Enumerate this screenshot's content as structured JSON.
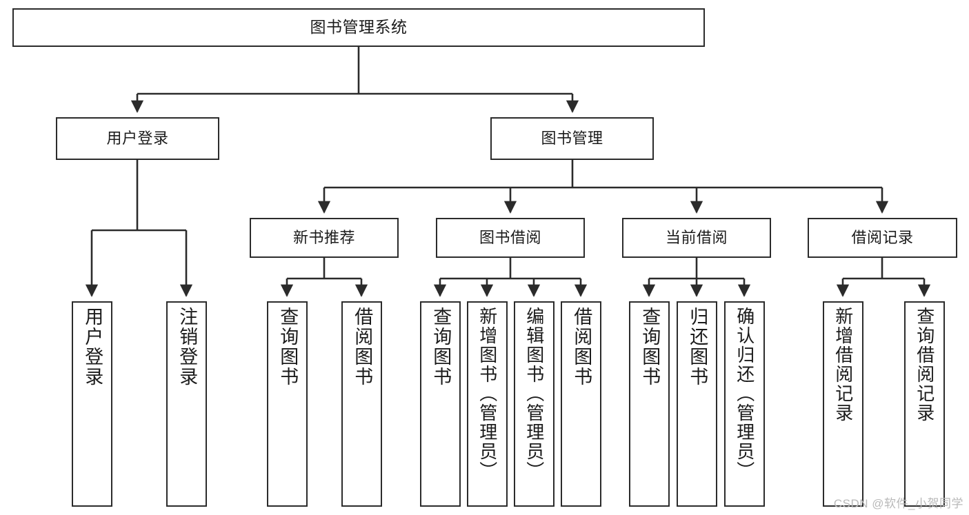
{
  "diagram": {
    "title": "图书管理系统",
    "type": "tree",
    "watermark": "CSDN @软件_小贺同学",
    "colors": {
      "box_border": "#2b2b2b",
      "box_fill": "#ffffff",
      "line": "#2b2b2b",
      "text": "#1b1b1b",
      "watermark": "#b9b9b9"
    },
    "root": {
      "label": "图书管理系统"
    },
    "level2": [
      {
        "label": "用户登录"
      },
      {
        "label": "图书管理"
      }
    ],
    "level3": [
      {
        "label": "新书推荐"
      },
      {
        "label": "图书借阅"
      },
      {
        "label": "当前借阅"
      },
      {
        "label": "借阅记录"
      }
    ],
    "leaves": {
      "user_login": [
        {
          "label": "用户登录"
        },
        {
          "label": "注销登录"
        }
      ],
      "new_book": [
        {
          "label": "查询图书"
        },
        {
          "label": "借阅图书"
        }
      ],
      "book_borrow": [
        {
          "label": "查询图书"
        },
        {
          "label": "新增图书（管理员）"
        },
        {
          "label": "编辑图书（管理员）"
        },
        {
          "label": "借阅图书"
        }
      ],
      "current_borrow": [
        {
          "label": "查询图书"
        },
        {
          "label": "归还图书"
        },
        {
          "label": "确认归还（管理员）"
        }
      ],
      "borrow_record": [
        {
          "label": "新增借阅记录"
        },
        {
          "label": "查询借阅记录"
        }
      ]
    }
  }
}
